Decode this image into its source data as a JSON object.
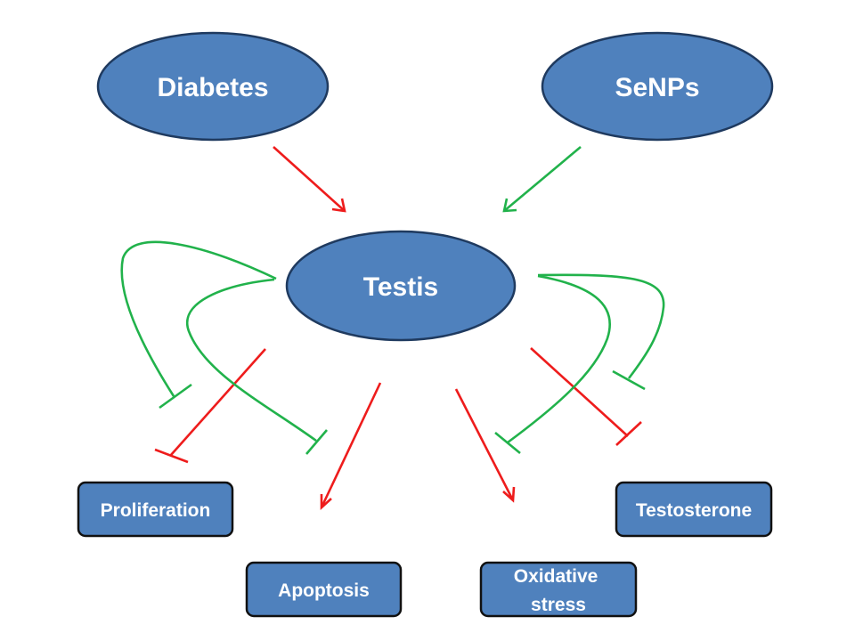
{
  "nodes": {
    "diabetes": "Diabetes",
    "senps": "SeNPs",
    "testis": "Testis",
    "proliferation": "Proliferation",
    "apoptosis": "Apoptosis",
    "oxidative_stress": [
      "Oxidative",
      "stress"
    ],
    "testosterone": "Testosterone"
  },
  "colors": {
    "node_fill": "#4f81bd",
    "promote_diabetes": "#ee1c1c",
    "promote_senps": "#21b24b",
    "inhibit_diabetes": "#ee1c1c",
    "inhibit_senps": "#21b24b"
  },
  "edges": [
    {
      "from": "Diabetes",
      "to": "Testis",
      "kind": "arrow",
      "color": "red"
    },
    {
      "from": "SeNPs",
      "to": "Testis",
      "kind": "arrow",
      "color": "green"
    },
    {
      "from": "Testis",
      "to": "Apoptosis",
      "kind": "arrow",
      "color": "red"
    },
    {
      "from": "Testis",
      "to": "Oxidative stress",
      "kind": "arrow",
      "color": "red"
    },
    {
      "from": "Testis",
      "to": "Proliferation",
      "kind": "inhibit",
      "color": "red"
    },
    {
      "from": "Testis",
      "to": "Testosterone",
      "kind": "inhibit",
      "color": "red"
    },
    {
      "from": "Testis",
      "to": "Proliferation",
      "kind": "inhibit",
      "color": "green"
    },
    {
      "from": "Testis",
      "to": "Apoptosis",
      "kind": "inhibit",
      "color": "green"
    },
    {
      "from": "Testis",
      "to": "Oxidative stress",
      "kind": "inhibit",
      "color": "green"
    },
    {
      "from": "Testis",
      "to": "Testosterone",
      "kind": "inhibit",
      "color": "green"
    }
  ]
}
